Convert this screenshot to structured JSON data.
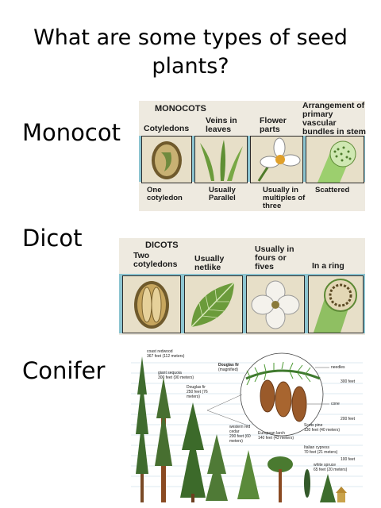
{
  "title": "What are some types of seed plants?",
  "labels": {
    "monocot": "Monocot",
    "dicot": "Dicot",
    "conifer": "Conifer"
  },
  "monocots": {
    "heading": "MONOCOTS",
    "columns": [
      {
        "header": "Cotyledons",
        "caption": "One cotyledon"
      },
      {
        "header": "Veins in leaves",
        "caption": "Usually Parallel"
      },
      {
        "header": "Flower parts",
        "caption": "Usually in multiples of three"
      },
      {
        "header": "Arrangement of primary vascular bundles in stem",
        "caption": "Scattered"
      }
    ]
  },
  "dicots": {
    "heading": "DICOTS",
    "columns": [
      {
        "caption": "Two cotyledons"
      },
      {
        "caption": "Usually netlike"
      },
      {
        "caption": "Usually in fours or fives"
      },
      {
        "caption": "In a ring"
      }
    ]
  },
  "conifer_figure": {
    "trees": [
      {
        "name": "coast redwood",
        "height": "367 feet (112 meters)"
      },
      {
        "name": "giant sequoia",
        "height": "300 feet (90 meters)"
      },
      {
        "name": "Douglas fir",
        "height": "250 feet (76 meters)"
      },
      {
        "name": "western red cedar",
        "height": "200 feet (60 meters)"
      },
      {
        "name": "European larch",
        "height": "140 feet (43 meters)"
      },
      {
        "name": "Scots pine",
        "height": "130 feet (40 meters)"
      },
      {
        "name": "Italian cypress",
        "height": "70 feet (21 meters)"
      },
      {
        "name": "white spruce",
        "height": "65 feet (20 meters)"
      }
    ],
    "magnified_title": "Douglas fir",
    "magnified_note": "(magnified)",
    "callouts": {
      "needles": "needles",
      "cone": "cone"
    },
    "scale": [
      "300 feet",
      "200 feet",
      "100 feet"
    ]
  },
  "colors": {
    "panel_bg": "#eeeae0",
    "strip": "#8cc4d0"
  }
}
